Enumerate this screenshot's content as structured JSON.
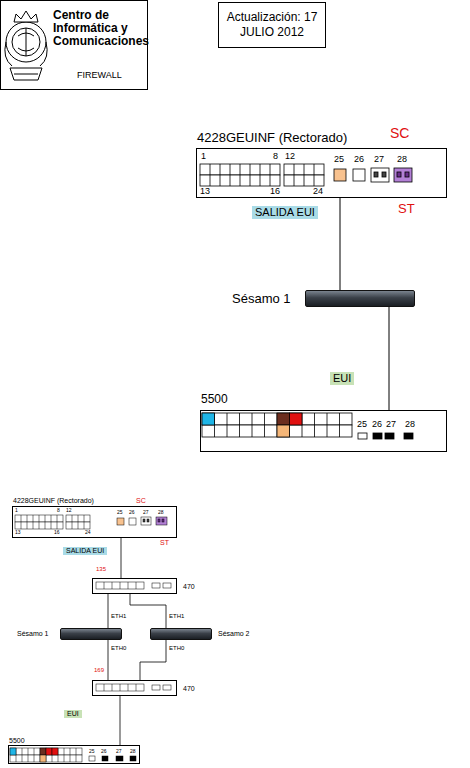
{
  "diagram": {
    "nodes": [
      {
        "text": [
          "Centro de Informática y Comunicaciones",
          "FIREWALL"
        ]
      },
      {
        "text": [
          "Actualización: 17 JULIO 2012"
        ]
      },
      {
        "text": [
          "4228GEUINF (Rectorado)"
        ]
      },
      {
        "text": [
          "Sésamo 1"
        ]
      },
      {
        "text": [
          "5500"
        ]
      },
      {
        "text": [
          "4228GEUINF (Rectorado)"
        ]
      },
      {
        "text": [
          "470"
        ]
      },
      {
        "text": [
          "Sésamo 1"
        ]
      },
      {
        "text": [
          "Sésamo 2"
        ]
      },
      {
        "text": [
          "470"
        ]
      },
      {
        "text": [
          "5500"
        ]
      }
    ],
    "edges": [
      {
        "from": 2,
        "to": 3,
        "arrow": "none",
        "label": "SALIDA EUI"
      },
      {
        "from": 3,
        "to": 4,
        "arrow": "none",
        "label": "EUI"
      },
      {
        "from": 5,
        "to": 6,
        "arrow": "none",
        "label": "SALIDA EUI"
      },
      {
        "from": 6,
        "to": 7,
        "arrow": "none"
      },
      {
        "from": 6,
        "to": 8,
        "arrow": "none"
      },
      {
        "from": 7,
        "to": 9,
        "arrow": "none"
      },
      {
        "from": 8,
        "to": 9,
        "arrow": "none"
      },
      {
        "from": 9,
        "to": 10,
        "arrow": "none",
        "label": "EUI"
      }
    ],
    "labels": [
      "SC",
      "ST",
      "1",
      "8",
      "12",
      "13",
      "16",
      "24",
      "25",
      "26",
      "27",
      "28",
      "25",
      "26",
      "27",
      "28",
      "SC",
      "ST",
      "1",
      "8",
      "12",
      "13",
      "16",
      "24",
      "25",
      "26",
      "27",
      "28",
      "135",
      "ETH1",
      "ETH1",
      "ETH0",
      "ETH0",
      "169",
      "25",
      "26",
      "27",
      "28"
    ]
  }
}
